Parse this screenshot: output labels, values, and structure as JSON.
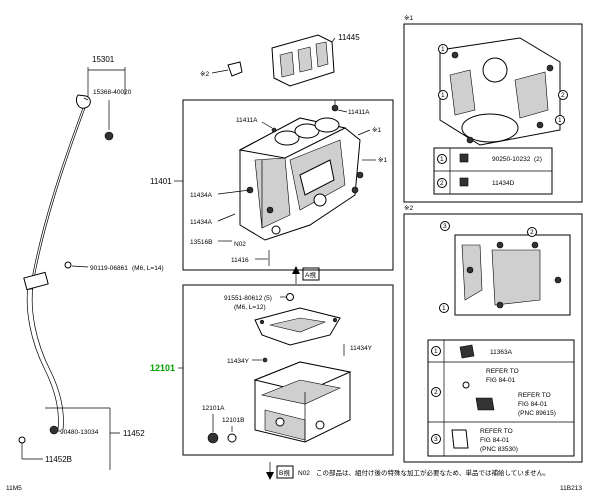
{
  "parts": {
    "p15301": "15301",
    "p15368": "15368-40020",
    "p90119": "90119-06861",
    "p90119_spec": "(M6, L=14)",
    "p90480": "90480-13034",
    "p11452": "11452",
    "p11452b": "11452B",
    "p11445": "11445",
    "p11401": "11401",
    "p11411a_1": "11411A",
    "p11411a_2": "11411A",
    "p11434a_1": "11434A",
    "p11434a_2": "11434A",
    "p13516b": "13516B",
    "n02_1": "N02",
    "p11416": "11416",
    "p91551": "91551-80612",
    "p91551_qty": "(5)",
    "p91551_spec": "(M6, L=12)",
    "p11434y_1": "11434Y",
    "p11434y_2": "11434Y",
    "p12101": "12101",
    "p12101a": "12101A",
    "p12101b": "12101B",
    "n02_2": "N02",
    "note_text": "この部品は、組付け後の特殊な加工が必要なため、単品では補給していません。"
  },
  "markers": {
    "ref1": "※1",
    "ref1b": "※1",
    "ref2": "※2",
    "ref2b": "※2",
    "ref_x1": "※1",
    "ref_x1b": "※1",
    "view_a": "A視",
    "view_b": "B視",
    "circ_a": "A",
    "circ_b": "B"
  },
  "detail1": {
    "title": "※1",
    "rows": [
      {
        "num": "1",
        "part": "90250-10232",
        "qty": "(2)"
      },
      {
        "num": "2",
        "part": "11434D",
        "qty": ""
      }
    ]
  },
  "detail2": {
    "title": "※2",
    "rows": [
      {
        "num": "1",
        "part": "11363A"
      },
      {
        "num": "2",
        "ref1": "REFER TO",
        "ref2": "FIG 84-01",
        "ref3": "REFER TO",
        "ref4": "FIG 84-01",
        "ref5": "(PNC 89615)"
      },
      {
        "num": "3",
        "ref1": "REFER TO",
        "ref2": "FIG 84-01",
        "ref3": "(PNC 83530)"
      }
    ]
  },
  "footer": {
    "left_code": "11M5",
    "right_code": "11B213"
  }
}
